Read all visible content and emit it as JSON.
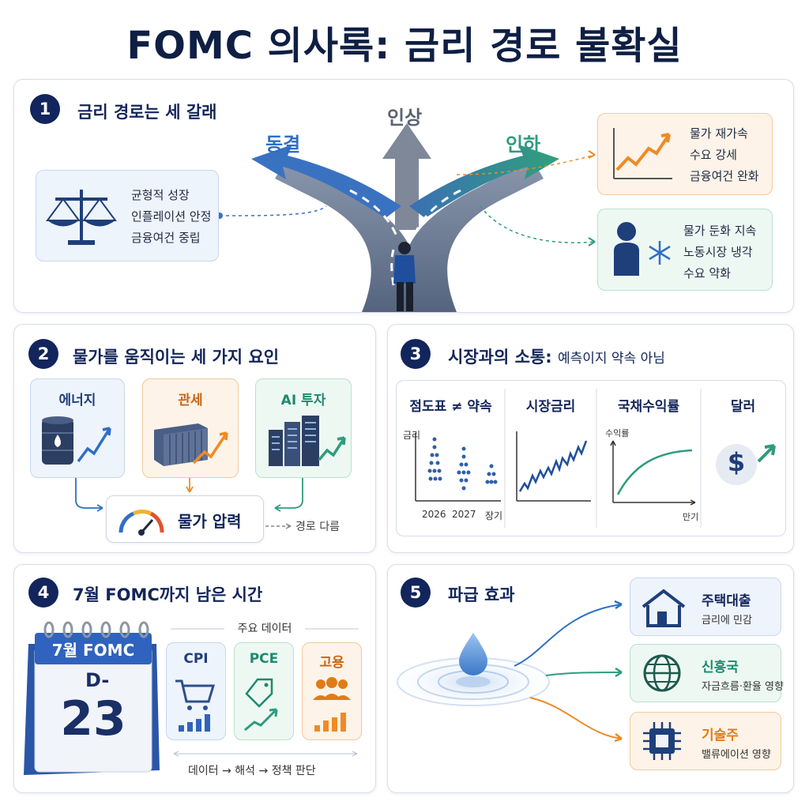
{
  "title": "FOMC 의사록: 금리 경로 불확실",
  "p1": {
    "num": "1",
    "title": "금리 경로는 세 갈래",
    "arrow_up": "인상",
    "arrow_left": "동결",
    "arrow_right": "인하",
    "left_box": [
      "균형적 성장",
      "인플레이션 안정",
      "금융여건 중립"
    ],
    "top_right_box": [
      "물가 재가속",
      "수요 강세",
      "금융여건 완화"
    ],
    "bottom_right_box": [
      "물가 둔화 지속",
      "노동시장 냉각",
      "수요 약화"
    ],
    "colors": {
      "left": "#2f6fc4",
      "up": "#6b7280",
      "right": "#2e9c7c",
      "orange": "#f08a24"
    }
  },
  "p2": {
    "num": "2",
    "title": "물가를 움직이는 세 가지 요인",
    "factors": [
      "에너지",
      "관세",
      "AI 투자"
    ],
    "center": "물가 압력",
    "side_note": "경로 다름"
  },
  "p3": {
    "num": "3",
    "title": "시장과의 소통:",
    "subtitle": "예측이지 약속 아님",
    "columns": [
      "점도표 ≠ 약속",
      "시장금리",
      "국채수익률",
      "달러"
    ],
    "dot_ylabel": "금리",
    "dot_xticks": [
      "2026",
      "2027",
      "장기"
    ],
    "yield_ylabel": "수익률",
    "yield_xlabel": "만기",
    "dollar_symbol": "$"
  },
  "p4": {
    "num": "4",
    "title": "7월 FOMC까지 남은 시간",
    "calendar_header": "7월 FOMC",
    "d_label": "D-",
    "d_number": "23",
    "data_header": "주요 데이터",
    "indicators": [
      "CPI",
      "PCE",
      "고용"
    ],
    "flow": [
      "데이터",
      "→",
      "해석",
      "→",
      "정책 판단"
    ]
  },
  "p5": {
    "num": "5",
    "title": "파급 효과",
    "items": [
      {
        "title": "주택대출",
        "desc": "금리에 민감",
        "color": "#13265a"
      },
      {
        "title": "신흥국",
        "desc": "자금흐름·환율 영향",
        "color": "#1d8a6d"
      },
      {
        "title": "기술주",
        "desc": "밸류에이션 영향",
        "color": "#e07b18"
      }
    ]
  }
}
